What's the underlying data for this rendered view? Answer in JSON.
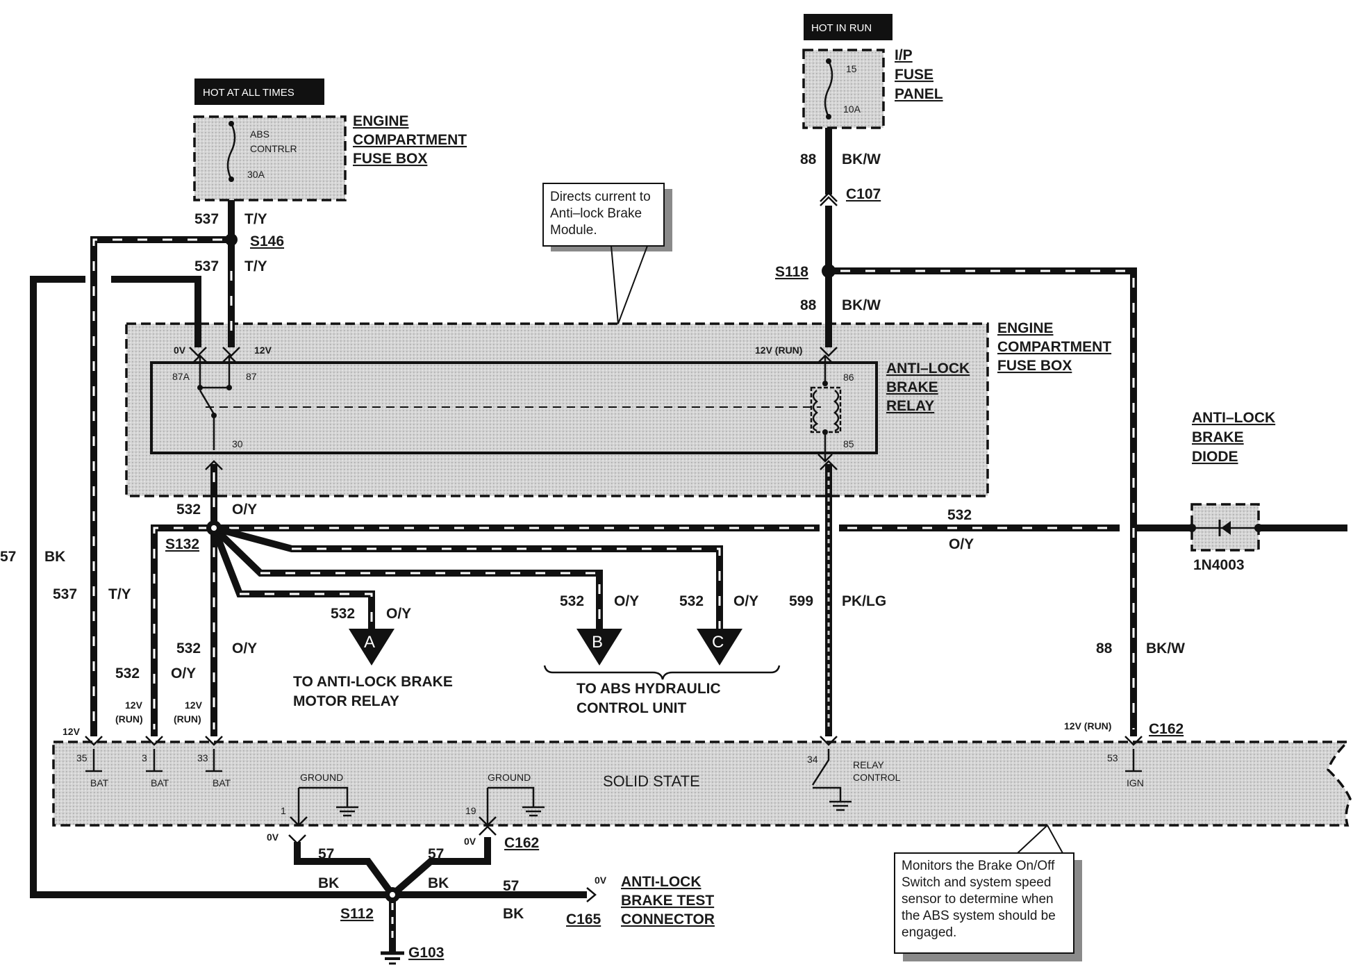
{
  "tags": {
    "hot_at_all_times": "HOT AT ALL TIMES",
    "hot_in_run": "HOT IN RUN"
  },
  "engine_fuse_box_top": {
    "title": [
      "ENGINE",
      "COMPARTMENT",
      "FUSE BOX"
    ],
    "fuse_name": [
      "ABS",
      "CONTRLR"
    ],
    "fuse_rating": "30A"
  },
  "ip_fuse_panel": {
    "title": [
      "I/P",
      "FUSE",
      "PANEL"
    ],
    "fuse_number": "15",
    "fuse_rating": "10A"
  },
  "callouts": {
    "relay_note": [
      "Directs current to",
      "Anti–lock Brake",
      "Module."
    ],
    "module_note": [
      "Monitors the Brake On/Off",
      "Switch and system speed",
      "sensor to determine when",
      "the ABS system should be",
      "engaged."
    ]
  },
  "relay_box": {
    "title": [
      "ENGINE",
      "COMPARTMENT",
      "FUSE BOX"
    ],
    "relay_title": [
      "ANTI–LOCK",
      "BRAKE",
      "RELAY"
    ],
    "voltage_left": "0V",
    "voltage_mid": "12V",
    "voltage_right": "12V (RUN)",
    "pin_87a": "87A",
    "pin_87": "87",
    "pin_30": "30",
    "pin_86": "86",
    "pin_85": "85"
  },
  "splices": {
    "s146": "S146",
    "s118": "S118",
    "s132": "S132",
    "s112": "S112"
  },
  "connectors": {
    "c107": "C107",
    "c162_top": "C162",
    "c162_bottom": "C162",
    "c165": "C165",
    "g103": "G103"
  },
  "wires": {
    "w537": "537",
    "ty": "T/Y",
    "w88": "88",
    "bkw": "BK/W",
    "w532": "532",
    "oy": "O/Y",
    "w599": "599",
    "pklg": "PK/LG",
    "w57": "57",
    "bk": "BK"
  },
  "destinations": {
    "a": "A",
    "b": "B",
    "c": "C",
    "a_text": [
      "TO ANTI-LOCK BRAKE",
      "MOTOR RELAY"
    ],
    "bc_text": [
      "TO ABS HYDRAULIC",
      "CONTROL UNIT"
    ]
  },
  "diode": {
    "title": [
      "ANTI–LOCK",
      "BRAKE",
      "DIODE"
    ],
    "part": "1N4003"
  },
  "module": {
    "name": "SOLID STATE",
    "pin_35": "35",
    "pin_3": "3",
    "pin_33": "33",
    "pin_1": "1",
    "pin_19": "19",
    "pin_34": "34",
    "pin_53": "53",
    "bat": "BAT",
    "ground": "GROUND",
    "relay_control": [
      "RELAY",
      "CONTROL"
    ],
    "ign": "IGN",
    "v12": "12V",
    "v12run": [
      "12V",
      "(RUN)"
    ],
    "v12run_inline": "12V (RUN)",
    "v0": "0V"
  },
  "test_connector": {
    "title": [
      "ANTI-LOCK",
      "BRAKE TEST",
      "CONNECTOR"
    ],
    "voltage": "0V"
  }
}
